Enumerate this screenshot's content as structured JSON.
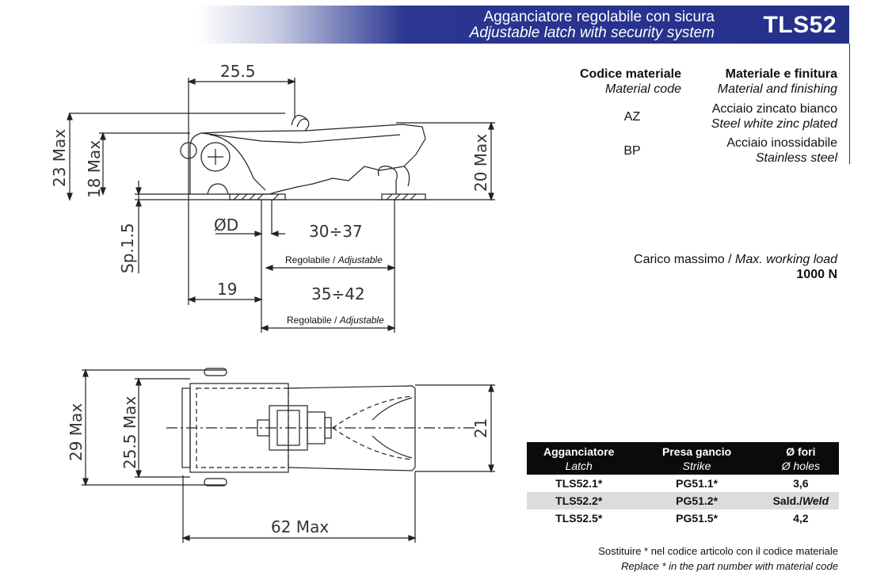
{
  "header": {
    "title_it": "Agganciatore regolabile con sicura",
    "title_en": "Adjustable latch with security system",
    "code": "TLS52"
  },
  "material": {
    "col1_head": "Codice materiale",
    "col1_sub": "Material code",
    "col2_head": "Materiale e finitura",
    "col2_sub": "Material and finishing",
    "rows": [
      {
        "code": "AZ",
        "name_it": "Acciaio zincato bianco",
        "name_en": "Steel white zinc plated"
      },
      {
        "code": "BP",
        "name_it": "Acciaio inossidabile",
        "name_en": "Stainless steel"
      }
    ]
  },
  "load": {
    "label_it": "Carico massimo / ",
    "label_en": "Max. working load",
    "value": "1000 N"
  },
  "drawing": {
    "d_25_5": "25.5",
    "d_23max": "23 Max",
    "d_18max": "18 Max",
    "d_20max": "20 Max",
    "d_sp": "Sp.1.5",
    "d_phi": "ØD",
    "d_30_37": "30÷37",
    "d_19": "19",
    "d_35_42": "35÷42",
    "adj_it": "Regolabile / ",
    "adj_en": "Adjustable",
    "d_29max": "29 Max",
    "d_25_5max": "25.5 Max",
    "d_21": "21",
    "d_62max": "62 Max"
  },
  "table": {
    "headers": [
      {
        "it": "Agganciatore",
        "en": "Latch"
      },
      {
        "it": "Presa gancio",
        "en": "Strike"
      },
      {
        "it": "Ø fori",
        "en": "Ø holes"
      }
    ],
    "rows": [
      {
        "latch": "TLS52.1*",
        "strike": "PG51.1*",
        "holes": "3,6",
        "holes_en": ""
      },
      {
        "latch": "TLS52.2*",
        "strike": "PG51.2*",
        "holes": "Sald./",
        "holes_en": "Weld"
      },
      {
        "latch": "TLS52.5*",
        "strike": "PG51.5*",
        "holes": "4,2",
        "holes_en": ""
      }
    ]
  },
  "note": {
    "it": "Sostituire * nel codice articolo con il codice materiale",
    "en": "Replace * in the part number with material code"
  }
}
